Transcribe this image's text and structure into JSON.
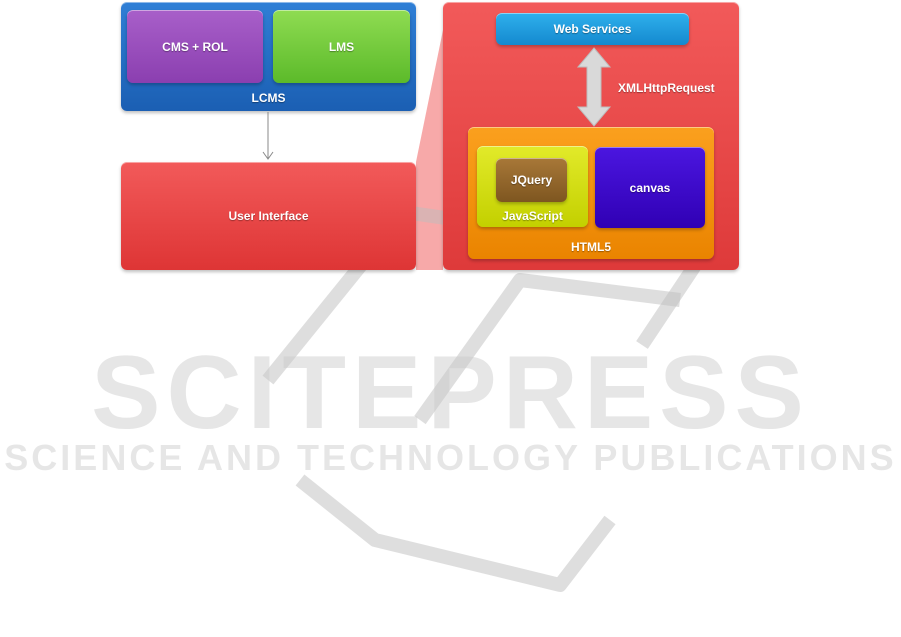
{
  "diagram": {
    "lcms": {
      "label": "LCMS",
      "children": {
        "cms_rol": "CMS + ROL",
        "lms": "LMS"
      }
    },
    "user_interface": {
      "label": "User Interface"
    },
    "web_services": {
      "label": "Web Services"
    },
    "connector": {
      "label": "XMLHttpRequest"
    },
    "html5": {
      "label": "HTML5"
    },
    "javascript": {
      "label": "JavaScript",
      "children": {
        "jquery": "JQuery"
      }
    },
    "canvas": {
      "label": "canvas"
    }
  },
  "watermark": {
    "title": "SCITEPRESS",
    "subtitle": "SCIENCE AND TECHNOLOGY PUBLICATIONS"
  },
  "colors": {
    "lcms": "#1f66bd",
    "cms_rol": "#9a4dbf",
    "lms": "#6fc63a",
    "user_interface": "#e64545",
    "detail_panel": "#e64545",
    "web_services": "#1b9ddf",
    "html5": "#f39110",
    "javascript": "#d2dc12",
    "jquery": "#8f652a",
    "canvas": "#3a06c8"
  }
}
